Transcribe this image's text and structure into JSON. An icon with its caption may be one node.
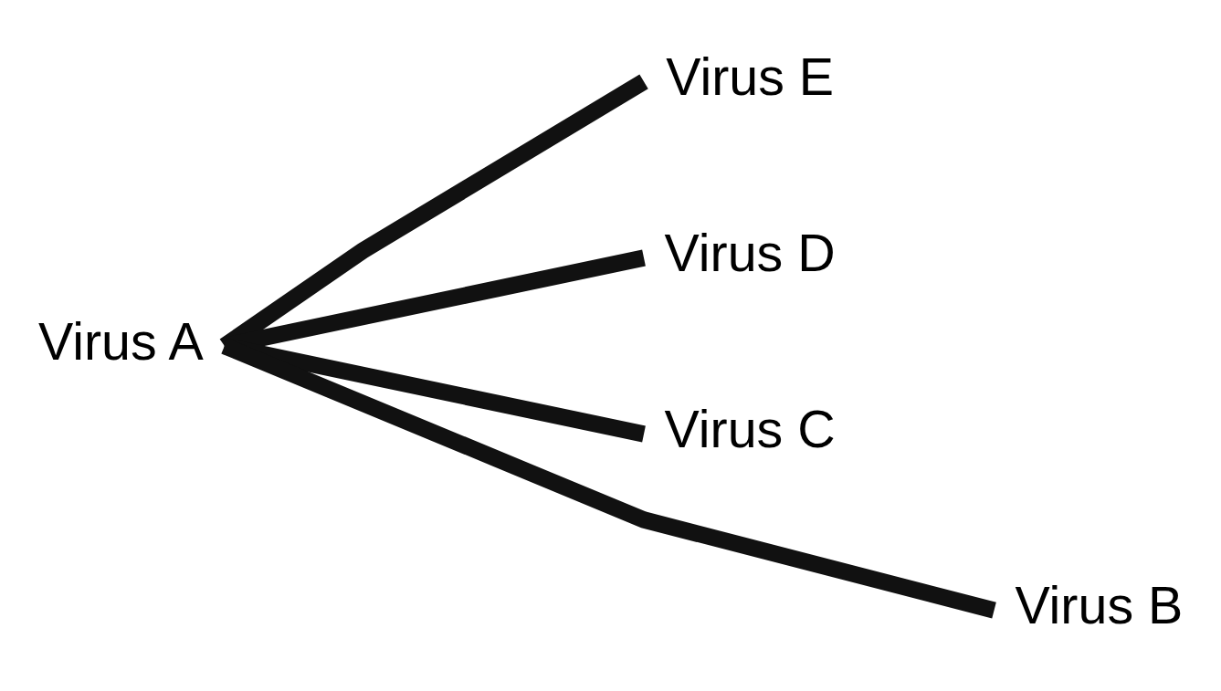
{
  "diagram": {
    "nodes": [
      {
        "text": [
          "Virus E"
        ]
      },
      {
        "text": [
          "Virus D"
        ]
      },
      {
        "text": [
          "Virus A"
        ]
      },
      {
        "text": [
          "Virus C"
        ]
      },
      {
        "text": [
          "Virus B"
        ]
      }
    ],
    "edges": [
      {
        "from": 2,
        "to": 0,
        "arrow": "none"
      },
      {
        "from": 2,
        "to": 1,
        "arrow": "none"
      },
      {
        "from": 2,
        "to": 3,
        "arrow": "none"
      },
      {
        "from": 2,
        "to": 4,
        "arrow": "none"
      }
    ]
  }
}
